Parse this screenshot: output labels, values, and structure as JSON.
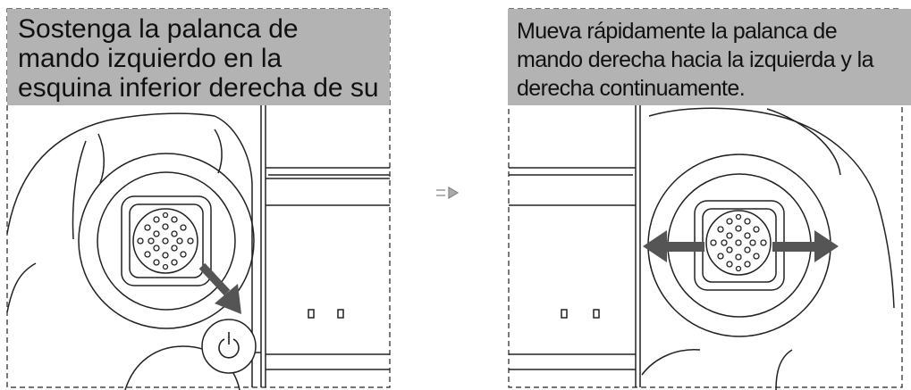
{
  "steps": [
    {
      "caption": "Sostenga la palanca de mando izquierdo en la esquina inferior derecha de su zócalo.",
      "action_icon": "diagonal-down-right-arrow",
      "button_icon": "power-icon"
    },
    {
      "caption": "Mueva rápidamente la palanca de mando derecha hacia la izquierda y la derecha continuamente.",
      "action_icon": "left-right-double-arrow"
    }
  ],
  "connector_icon": "next-step-arrow",
  "colors": {
    "caption_bg": "#b3b3b3",
    "line": "#222222",
    "arrow_fill": "#555555",
    "background": "#ffffff"
  }
}
